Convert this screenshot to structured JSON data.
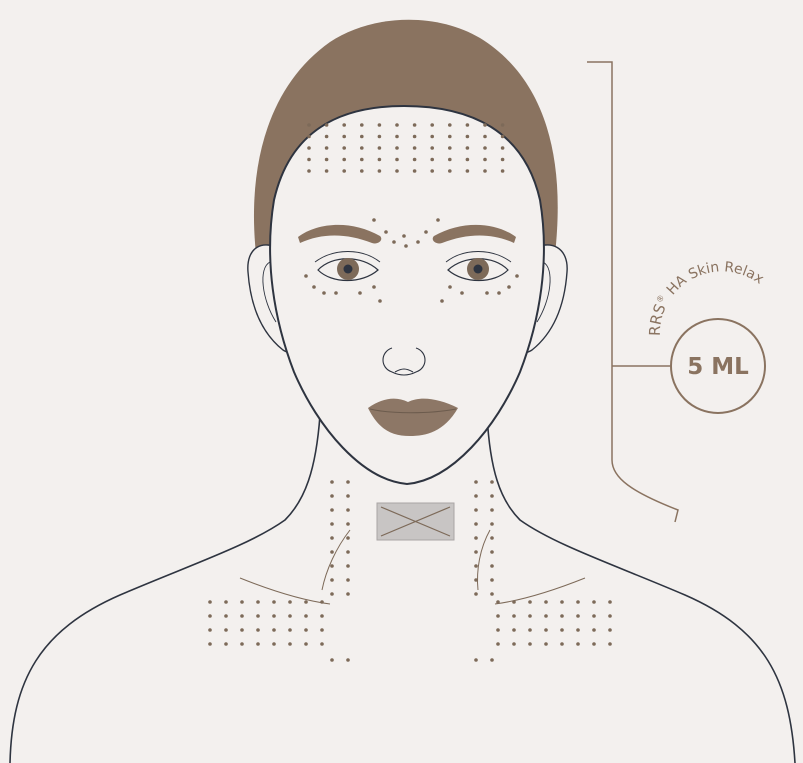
{
  "colors": {
    "background": "#f3f0ee",
    "hair": "#8a7360",
    "brand": "#8a7360",
    "line": "#2e3440",
    "dots": "#7d6a59",
    "lips": "#8d7766",
    "thyroid_fill": "#c8c5c4"
  },
  "product": {
    "brand_text": "RRS",
    "registered_mark": "®",
    "product_text": "HA Skin Relax",
    "volume_label": "5 ML"
  },
  "icons": {
    "thyroid_marker": "x-box-icon",
    "dosage_bracket": "bracket-icon"
  }
}
